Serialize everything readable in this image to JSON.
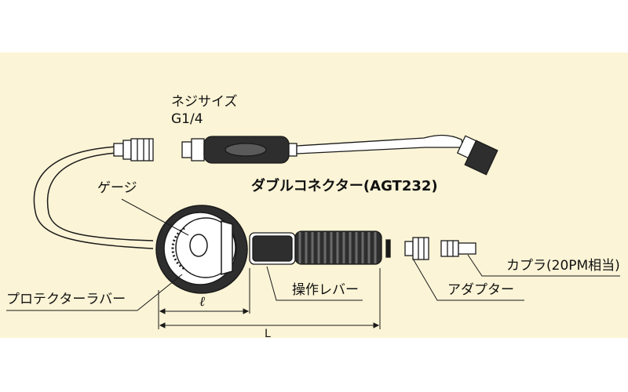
{
  "labels": {
    "thread_size": "ネジサイズ",
    "thread_spec": "G1/4",
    "double_connector": "ダブルコネクター(AGT232)",
    "gauge": "ゲージ",
    "protector_rubber": "プロテクターラバー",
    "operation_lever": "操作レバー",
    "adapter": "アダプター",
    "coupler": "カプラ(20PM相当)",
    "dim_small": "ℓ",
    "dim_large": "L"
  },
  "colors": {
    "background": "#fbf4d6",
    "line": "#1a1a1a",
    "dark_fill": "#2e2e2e",
    "mid_fill": "#5a5a5a",
    "light_fill": "#ffffff"
  }
}
